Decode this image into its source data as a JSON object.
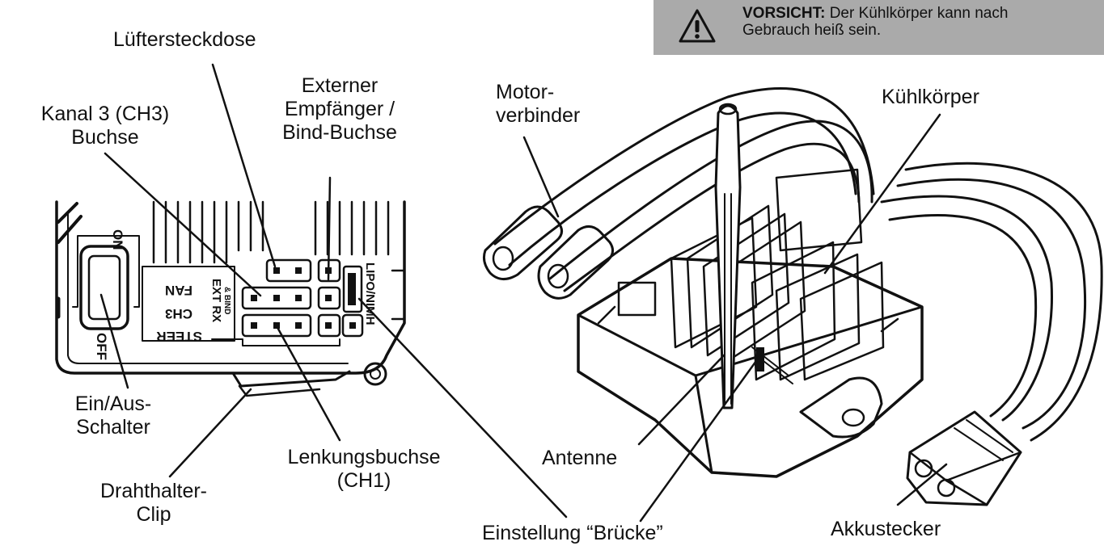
{
  "warning": {
    "heading": "VORSICHT:",
    "line1": "Der Kühlkörper kann nach",
    "line2": "Gebrauch heiß sein.",
    "icon": "warning-triangle-icon",
    "background": "#aaaaaa"
  },
  "labels": {
    "fan_socket": "Lüftersteckdose",
    "ext_rx_1": "Externer",
    "ext_rx_2": "Empfänger /",
    "ext_rx_3": "Bind-Buchse",
    "ch3_1": "Kanal 3 (CH3)",
    "ch3_2": "Buchse",
    "motor_1": "Motor-",
    "motor_2": "verbinder",
    "heatsink": "Kühlkörper",
    "switch_1": "Ein/Aus-",
    "switch_2": "Schalter",
    "steering_1": "Lenkungsbuchse",
    "steering_2": "(CH1)",
    "clip_1": "Drahthalter-",
    "clip_2": "Clip",
    "antenna": "Antenne",
    "bridge": "Einstellung “Brücke”",
    "battery": "Akkustecker"
  },
  "board_markings": {
    "on": "ON",
    "off": "OFF",
    "fan": "FAN",
    "ch3": "CH3",
    "steer": "STEER",
    "ext_rx": "EXT RX",
    "bind": "& BIND",
    "lipo": "LIPO/NIMH"
  }
}
